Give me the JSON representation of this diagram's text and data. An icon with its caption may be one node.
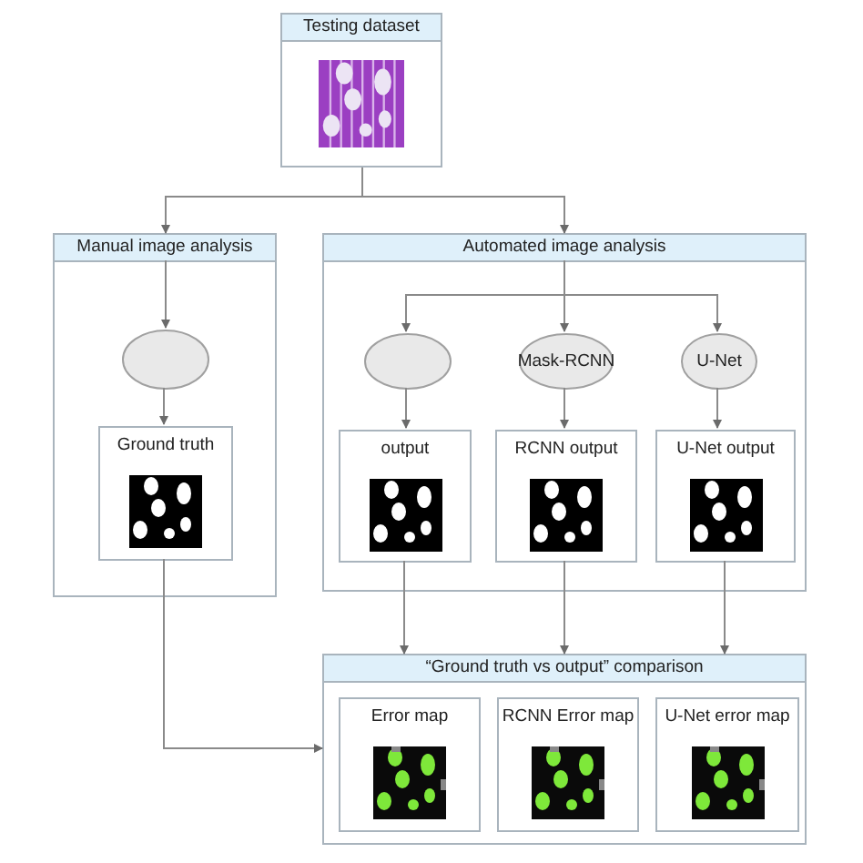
{
  "diagram": {
    "nodes": [
      {
        "text": [
          "Testing dataset"
        ]
      },
      {
        "text": [
          "Manual image analysis"
        ]
      },
      {
        "text": [
          "Automated image analysis"
        ]
      },
      {
        "text": [],
        "shape": "ellipse",
        "in": 1
      },
      {
        "text": [
          "Ground truth"
        ],
        "in": 1
      },
      {
        "text": [],
        "shape": "ellipse",
        "in": 2
      },
      {
        "text": [
          "Mask-RCNN"
        ],
        "in": 2
      },
      {
        "text": [
          "U-Net"
        ],
        "in": 2
      },
      {
        "text": [
          "output"
        ],
        "in": 2
      },
      {
        "text": [
          "RCNN output"
        ],
        "in": 2
      },
      {
        "text": [
          "U-Net output"
        ],
        "in": 2
      },
      {
        "text": [
          "“Ground truth vs output” comparison"
        ]
      },
      {
        "text": [
          "Error map"
        ],
        "in": 11
      },
      {
        "text": [
          "RCNN Error map"
        ],
        "in": 11
      },
      {
        "text": [
          "U-Net error map"
        ],
        "in": 11
      }
    ],
    "edges": [
      {
        "from": 0,
        "to": 1,
        "arrow": "to"
      },
      {
        "from": 0,
        "to": 2,
        "arrow": "to"
      },
      {
        "from": 1,
        "to": 3,
        "arrow": "to"
      },
      {
        "from": 3,
        "to": 4,
        "arrow": "to"
      },
      {
        "from": 2,
        "to": 5,
        "arrow": "to"
      },
      {
        "from": 2,
        "to": 6,
        "arrow": "to"
      },
      {
        "from": 2,
        "to": 7,
        "arrow": "to"
      },
      {
        "from": 5,
        "to": 8,
        "arrow": "to"
      },
      {
        "from": 6,
        "to": 9,
        "arrow": "to"
      },
      {
        "from": 7,
        "to": 10,
        "arrow": "to"
      },
      {
        "from": 4,
        "to": 11,
        "arrow": "to"
      },
      {
        "from": 8,
        "to": 11,
        "arrow": "to"
      },
      {
        "from": 9,
        "to": 11,
        "arrow": "to"
      },
      {
        "from": 10,
        "to": 11,
        "arrow": "to"
      }
    ]
  }
}
